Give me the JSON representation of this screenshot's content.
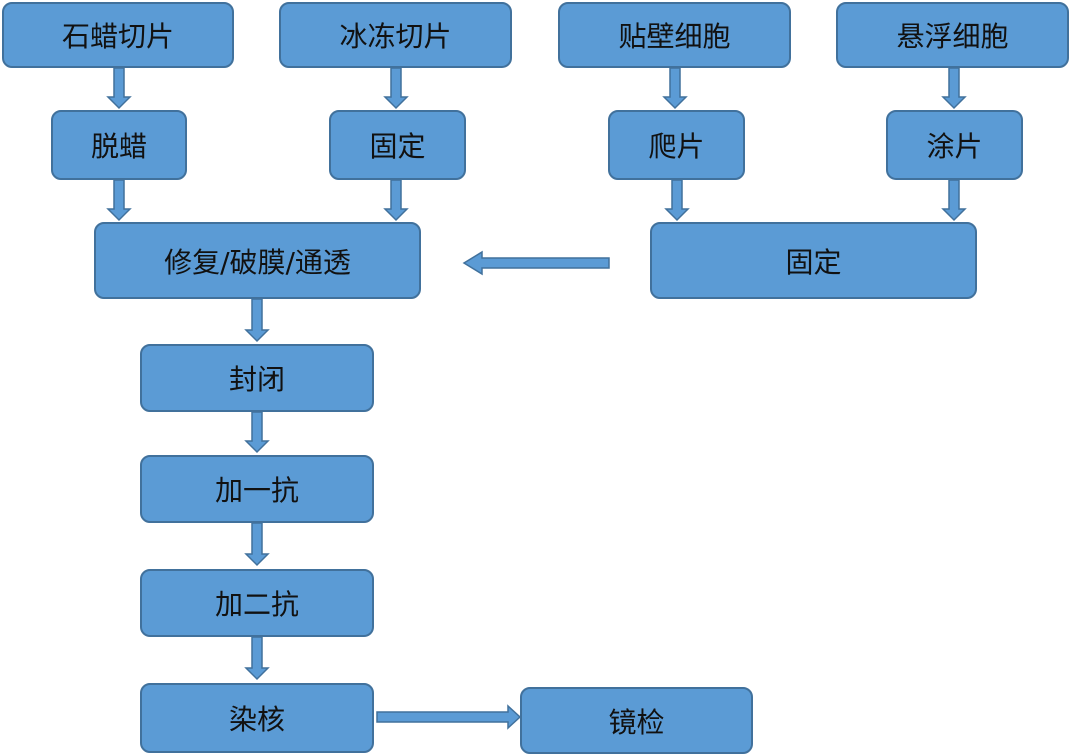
{
  "nodes": {
    "paraffin_section": "石蜡切片",
    "frozen_section": "冰冻切片",
    "adherent_cells": "贴壁细胞",
    "suspension_cells": "悬浮细胞",
    "dewax": "脱蜡",
    "fix_frozen": "固定",
    "climbing_slide": "爬片",
    "smear": "涂片",
    "repair": "修复/破膜/通透",
    "fix_cells": "固定",
    "block": "封闭",
    "primary_ab": "加一抗",
    "secondary_ab": "加二抗",
    "nuclear_stain": "染核",
    "microscopy": "镜检"
  },
  "colors": {
    "box_fill": "#5b9bd5",
    "box_border": "#41719c",
    "text": "#111111"
  }
}
